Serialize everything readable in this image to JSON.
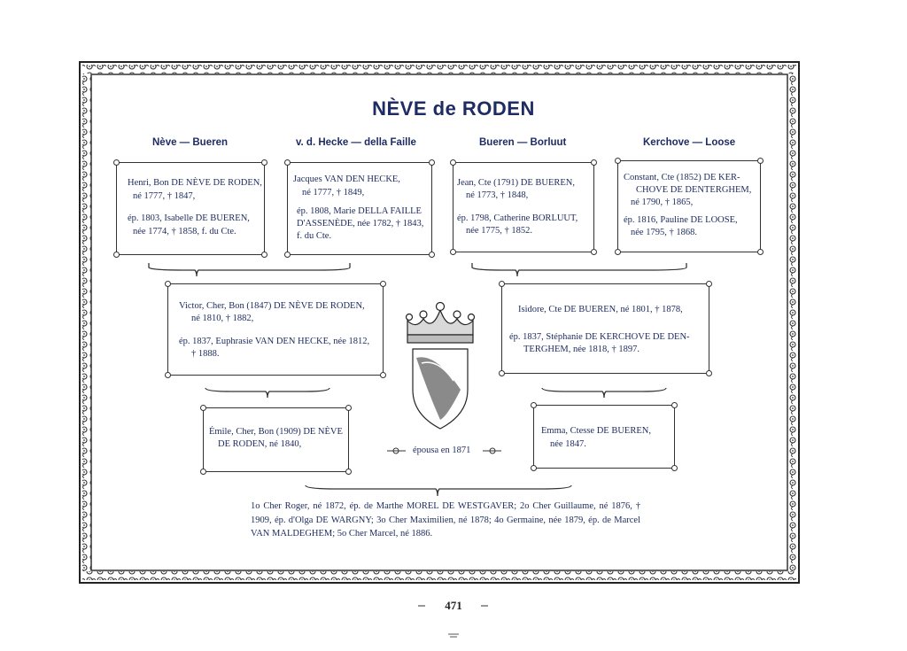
{
  "title": "NÈVE de RODEN",
  "columns": [
    {
      "label": "Nève — Bueren"
    },
    {
      "label": "v. d. Hecke — della Faille"
    },
    {
      "label": "Bueren — Borluut"
    },
    {
      "label": "Kerchove — Loose"
    }
  ],
  "gen1": [
    {
      "lines": [
        "Henri, Bon DE NÈVE DE RODEN,",
        "né 1777, † 1847,",
        "",
        "ép. 1803, Isabelle DE BUEREN,",
        "née 1774, † 1858, f. du Cte."
      ]
    },
    {
      "lines": [
        "Jacques VAN DEN HECKE,",
        "né 1777, † 1849,",
        "",
        "ép. 1808, Marie DELLA FAILLE",
        "D'ASSENÈDE, née 1782, † 1843,",
        "f. du Cte."
      ]
    },
    {
      "lines": [
        "Jean, Cte (1791) DE BUEREN,",
        "né 1773, † 1848,",
        "",
        "ép. 1798, Catherine BORLUUT,",
        "née 1775, † 1852."
      ]
    },
    {
      "lines": [
        "Constant, Cte (1852) DE KER-",
        "CHOVE DE DENTERGHEM,",
        "né 1790, † 1865,",
        "",
        "ép. 1816, Pauline DE LOOSE,",
        "née 1795, † 1868."
      ]
    }
  ],
  "gen2": [
    {
      "lines": [
        "Victor, Cher, Bon (1847) DE NÈVE DE RODEN,",
        "né 1810, † 1882,",
        "",
        "ép. 1837, Euphrasie VAN DEN HECKE, née 1812,",
        "† 1888."
      ]
    },
    {
      "lines": [
        "Isidore, Cte DE BUEREN, né 1801, † 1878,",
        "",
        "ép. 1837, Stéphanie DE KERCHOVE DE DEN-",
        "TERGHEM, née 1818, † 1897."
      ]
    }
  ],
  "gen3": [
    {
      "lines": [
        "Émile, Cher, Bon (1909) DE NÈVE",
        "DE RODEN, né 1840,"
      ]
    },
    {
      "lines": [
        "Emma, Ctesse DE BUEREN,",
        "née 1847."
      ]
    }
  ],
  "married_label": "épousa en 1871",
  "children_text": "1o Cher Roger, né 1872, ép. de Marthe MOREL DE WESTGAVER; 2o Cher Guillaume, né 1876, † 1909, ép. d'Olga DE WARGNY; 3o Cher Maximilien, né 1878; 4o Germaine, née 1879, ép. de Marcel VAN MALDEGHEM; 5o Cher Marcel, né 1886.",
  "page_number": "471",
  "colors": {
    "ink": "#1b2a5e",
    "border": "#333333"
  }
}
